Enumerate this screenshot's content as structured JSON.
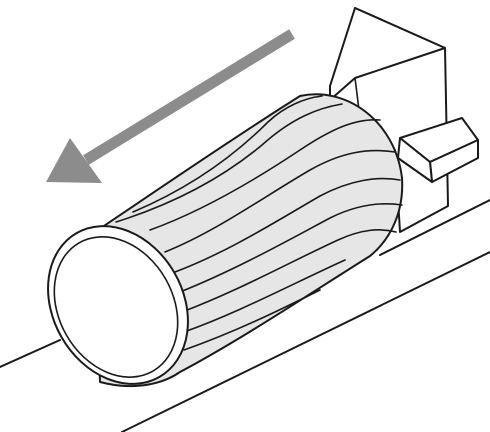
{
  "colors": {
    "ink": "#1a1a1a",
    "wood_fill": "#e6e6e6",
    "arrow": "#8c8c8c",
    "paper": "#ffffff"
  },
  "diagram": {
    "type": "illustration",
    "elements": [
      "base-rail",
      "support-bracket",
      "tool-rest",
      "wood-log",
      "wood-grain",
      "log-end-face",
      "direction-arrow"
    ],
    "direction": "toward-lower-left"
  }
}
